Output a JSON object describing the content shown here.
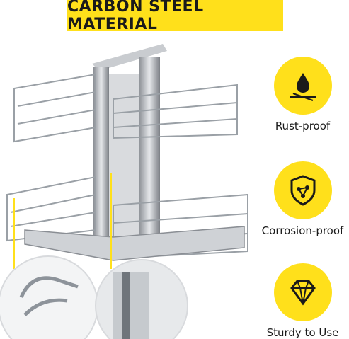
{
  "title": "CARBON STEEL MATERIAL",
  "colors": {
    "accent": "#FFE01B",
    "ink": "#1a1a1a"
  },
  "features": [
    {
      "label": "Rust-proof",
      "icon": "water-drop-rust-icon"
    },
    {
      "label": "Corrosion-proof",
      "icon": "shield-molecule-icon"
    },
    {
      "label": "Sturdy to Use",
      "icon": "diamond-icon"
    }
  ]
}
